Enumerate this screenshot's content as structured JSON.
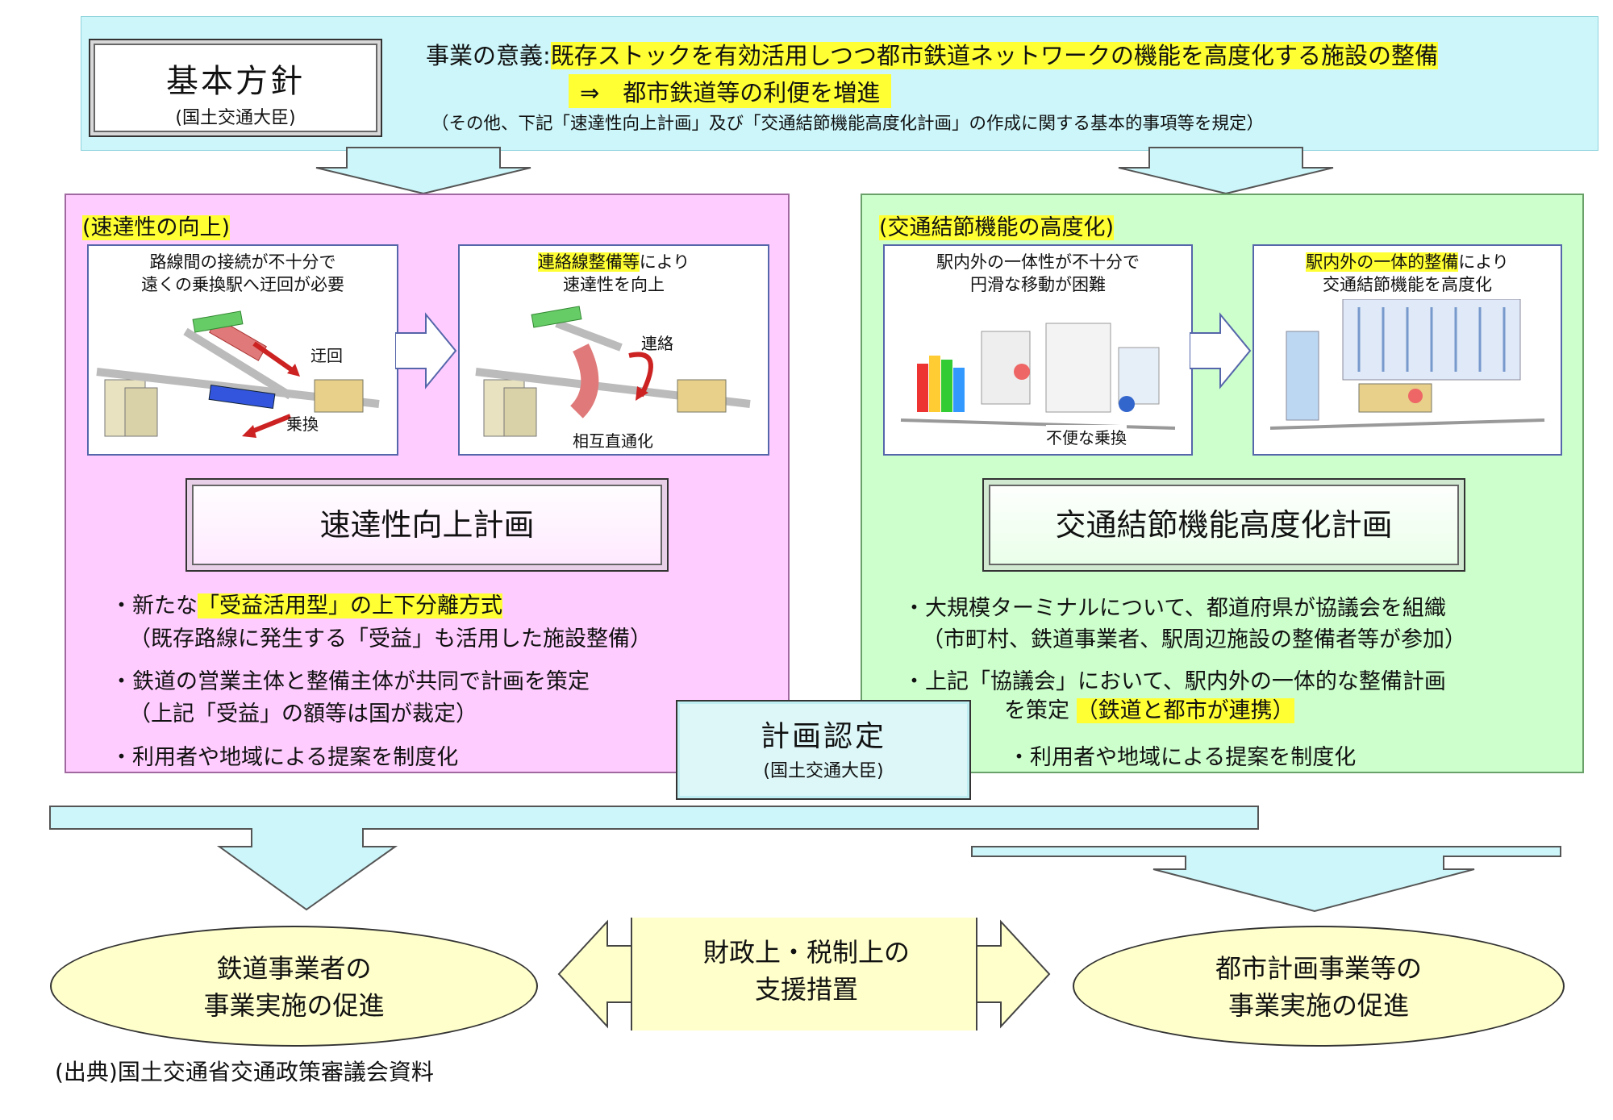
{
  "policy": {
    "title": "基本方針",
    "sub": "(国土交通大臣)"
  },
  "significance": {
    "label": "事業の意義",
    "colon": ":",
    "line1": "既存ストックを有効活用しつつ都市鉄道ネットワークの機能を高度化する施設の整備",
    "line2": "⇒　都市鉄道等の利便を増進",
    "line3": "（その他、下記「速達性向上計画」及び「交通結節機能高度化計画」の作成に関する基本的事項等を規定）"
  },
  "speed": {
    "heading": "(速達性の向上)",
    "before_caption": [
      "路線間の接続が不十分で",
      "遠くの乗換駅へ迂回が必要"
    ],
    "before_labels": {
      "detour": "迂回",
      "transfer": "乗換"
    },
    "after_caption_hl": "連絡線整備等",
    "after_caption_rest": "により",
    "after_caption_line2": "速達性を向上",
    "after_labels": {
      "link": "連絡",
      "through": "相互直通化"
    },
    "plan": "速達性向上計画",
    "bullets": [
      {
        "pre": "・新たな",
        "hl": "「受益活用型」の上下分離方式",
        "post": "",
        "sub": "（既存路線に発生する「受益」も活用した施設整備）"
      },
      {
        "pre": "・鉄道の営業主体と整備主体が共同で計画を策定",
        "hl": "",
        "post": "",
        "sub": "（上記「受益」の額等は国が裁定）"
      },
      {
        "pre": "・利用者や地域による提案を制度化",
        "hl": "",
        "post": "",
        "sub": ""
      }
    ]
  },
  "node": {
    "heading": "(交通結節機能の高度化)",
    "before_caption": [
      "駅内外の一体性が不十分で",
      "円滑な移動が困難"
    ],
    "before_label": "不便な乗換",
    "after_caption_hl": "駅内外の一体的整備",
    "after_caption_rest": "により",
    "after_caption_line2": "交通結節機能を高度化",
    "plan": "交通結節機能高度化計画",
    "b1": "・大規模ターミナルについて、都道府県が協議会を組織",
    "b1sub": "（市町村、鉄道事業者、駅周辺施設の整備者等が参加）",
    "b2": "・上記「協議会」において、駅内外の一体的な整備計画",
    "b2b_pre": "を策定",
    "b2b_hl": "（鉄道と都市が連携）",
    "b3": "・利用者や地域による提案を制度化"
  },
  "recognition": {
    "title": "計画認定",
    "sub": "(国土交通大臣)"
  },
  "outcomes": {
    "left": [
      "鉄道事業者の",
      "事業実施の促進"
    ],
    "center": [
      "財政上・税制上の",
      "支援措置"
    ],
    "right": [
      "都市計画事業等の",
      "事業実施の促進"
    ]
  },
  "source": "(出典)国土交通省交通政策審議会資料",
  "colors": {
    "top_band": "#ccf6fa",
    "pink": "#ffccff",
    "green": "#ccffcc",
    "highlight": "#ffff33",
    "ellipse": "#ffffcc",
    "arrow": "#ccf6fa"
  }
}
